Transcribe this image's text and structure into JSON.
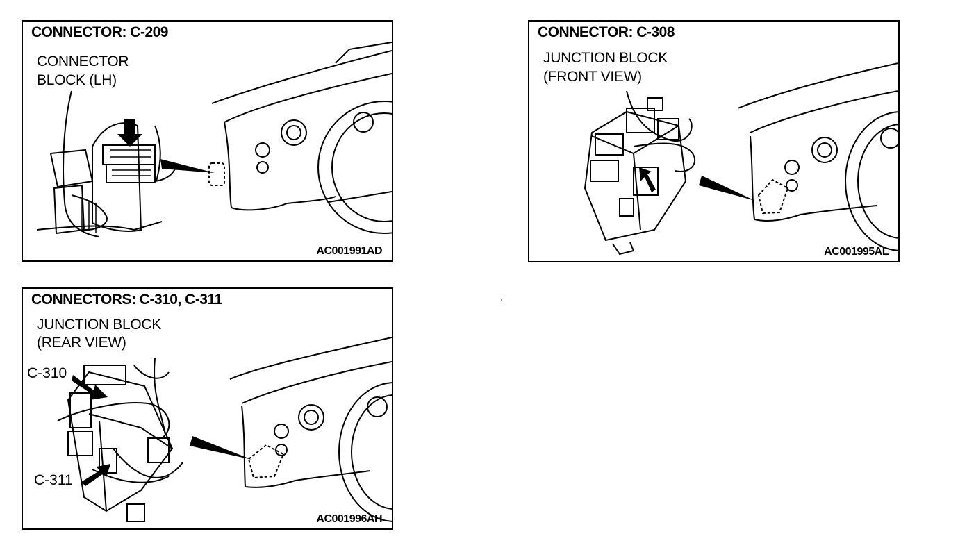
{
  "panels": [
    {
      "title": "CONNECTOR: C-209",
      "subtitle": [
        "CONNECTOR",
        "BLOCK (LH)"
      ],
      "figure_code": "AC001991AD"
    },
    {
      "title": "CONNECTOR: C-308",
      "subtitle": [
        "JUNCTION BLOCK",
        "(FRONT VIEW)"
      ],
      "figure_code": "AC001995AL"
    },
    {
      "title": "CONNECTORS: C-310, C-311",
      "subtitle": [
        "JUNCTION BLOCK",
        "(REAR VIEW)"
      ],
      "callouts": [
        "C-310",
        "C-311"
      ],
      "figure_code": "AC001996AH"
    }
  ]
}
